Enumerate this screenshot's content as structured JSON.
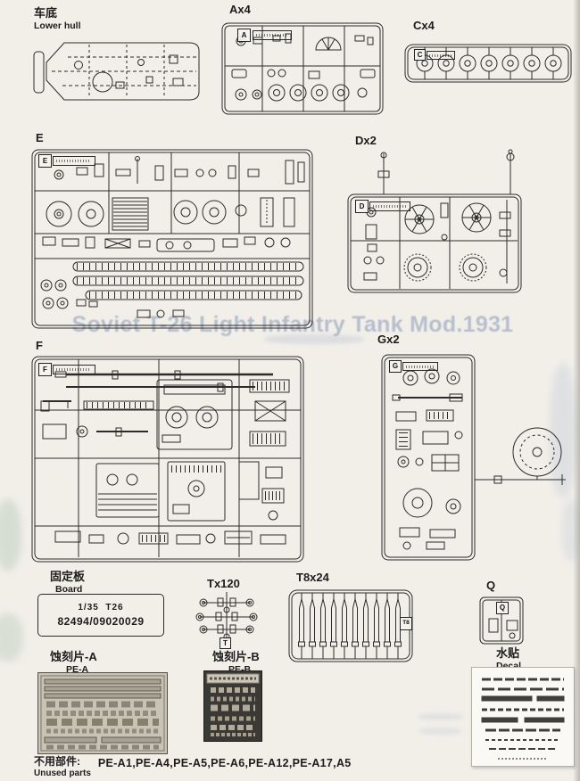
{
  "page": {
    "bg": "#f2efe9",
    "ink": "#1c1c1c",
    "ghost_color": "#6e86ac"
  },
  "headers": {
    "lower_hull": {
      "cn": "车底",
      "en": "Lower hull"
    },
    "sprue_a": "Ax4",
    "sprue_c": "Cx4",
    "sprue_e": "E",
    "sprue_d": "Dx2",
    "sprue_f": "F",
    "sprue_g": "Gx2",
    "board": {
      "cn": "固定板",
      "en": "Board"
    },
    "sprue_t": "Tx120",
    "sprue_t8": "T8x24",
    "sprue_q": "Q",
    "pe_a": {
      "cn": "蚀刻片-A",
      "en": "PE-A"
    },
    "pe_b": {
      "cn": "蚀刻片-B",
      "en": "PE-B"
    },
    "decal": {
      "cn": "水贴",
      "en": "Decal"
    }
  },
  "sprue_letters": {
    "a": "A",
    "c": "C",
    "d": "D",
    "e": "E",
    "f": "F",
    "g": "G",
    "t": "T",
    "t8": "T8",
    "q": "Q"
  },
  "board": {
    "line1": "1/35  T26",
    "line2": "82494/09020029"
  },
  "ghost": {
    "title": "Soviet T-26 Light Infantry Tank Mod.1931"
  },
  "unused": {
    "cn": "不用部件:",
    "en": "Unused parts",
    "list": "PE-A1,PE-A4,PE-A5,PE-A6,PE-A12,PE-A17,A5"
  }
}
